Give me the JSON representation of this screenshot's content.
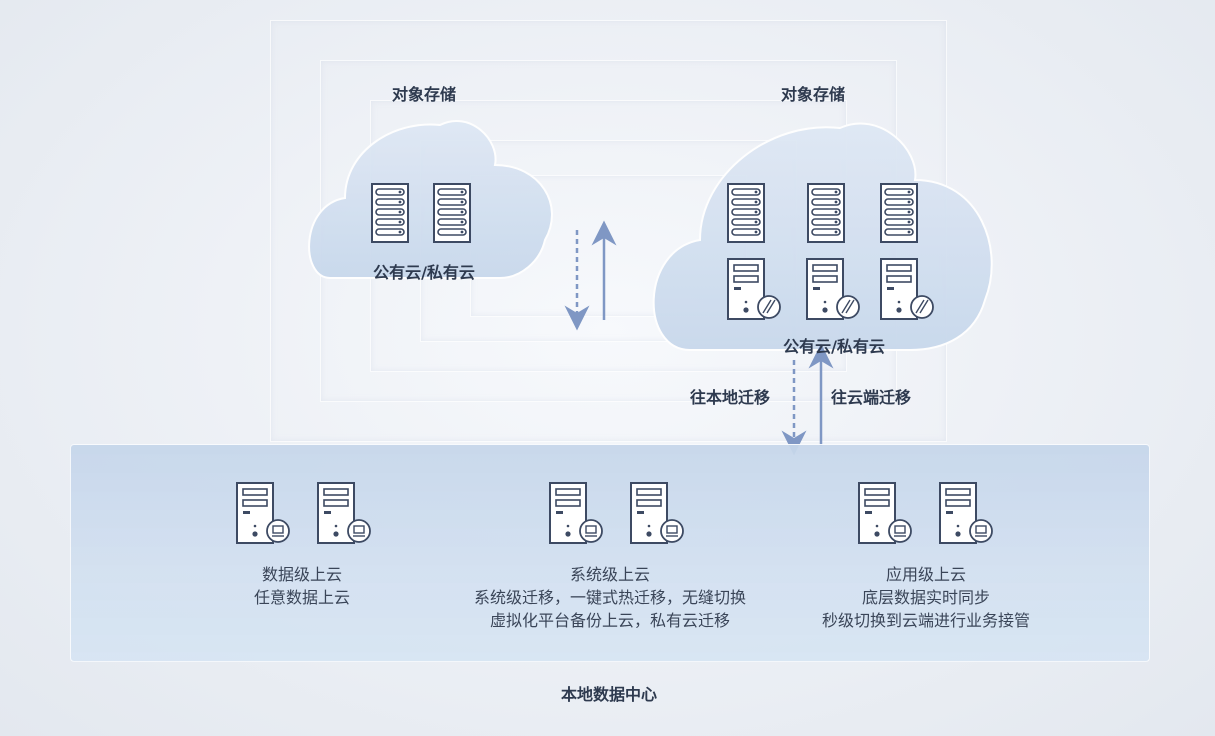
{
  "clouds": [
    {
      "title": "对象存储",
      "label": "公有云/私有云"
    },
    {
      "title": "对象存储",
      "label": "公有云/私有云"
    }
  ],
  "migration": {
    "to_local": "往本地迁移",
    "to_cloud": "往云端迁移"
  },
  "datacenter": {
    "title": "本地数据中心",
    "groups": [
      {
        "title": "数据级上云",
        "lines": [
          "任意数据上云"
        ]
      },
      {
        "title": "系统级上云",
        "lines": [
          "系统级迁移，一键式热迁移，无缝切换",
          "虚拟化平台备份上云，私有云迁移"
        ]
      },
      {
        "title": "应用级上云",
        "lines": [
          "底层数据实时同步",
          "秒级切换到云端进行业务接管"
        ]
      }
    ]
  },
  "colors": {
    "text": "#2e3a4f",
    "arrow": "#7f97c4",
    "panel": "#c9d9ec",
    "server_stroke": "#3d4a63"
  }
}
